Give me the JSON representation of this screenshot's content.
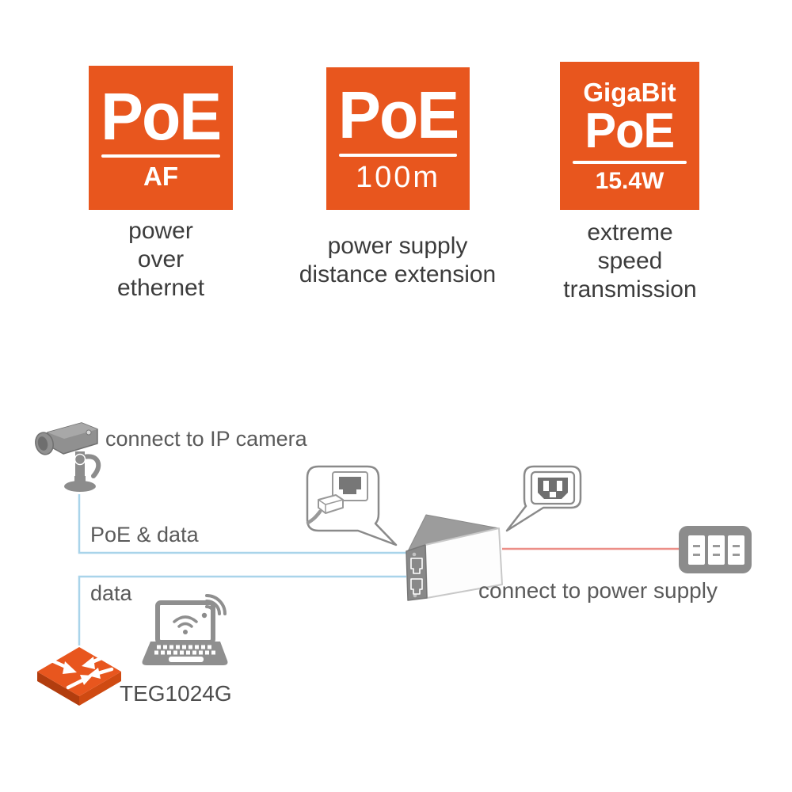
{
  "badges": [
    {
      "title": "PoE",
      "subtitle": "AF",
      "caption": "power\nover\nethernet"
    },
    {
      "title": "PoE",
      "subtitle": "100m",
      "caption": "power supply\ndistance extension"
    },
    {
      "title_top": "GigaBit",
      "title": "PoE",
      "subtitle": "15.4W",
      "caption": "extreme\nspeed\ntransmission"
    }
  ],
  "diagram": {
    "camera_label": "connect to IP camera",
    "poe_data_label": "PoE & data",
    "data_label": "data",
    "switch_label": "TEG1024G",
    "power_label": "connect to power supply",
    "icons": {
      "camera": "cctv-camera-icon",
      "ethernet_bubble": "ethernet-connector-icon",
      "power_bubble": "power-inlet-icon",
      "injector": "poe-injector-device",
      "power_strip": "power-strip-icon",
      "switch": "network-switch-icon",
      "laptop": "laptop-wifi-icon",
      "wifi": "wifi-signal-icon"
    }
  },
  "colors": {
    "accent_orange": "#E8561E",
    "switch_side_orange": "#C04310",
    "line_blue": "#A9D4EA",
    "line_red": "#EC8F88",
    "icon_gray": "#8C8C8C",
    "text_dark": "#3C3C3C",
    "text_gray": "#5A5A5A"
  }
}
